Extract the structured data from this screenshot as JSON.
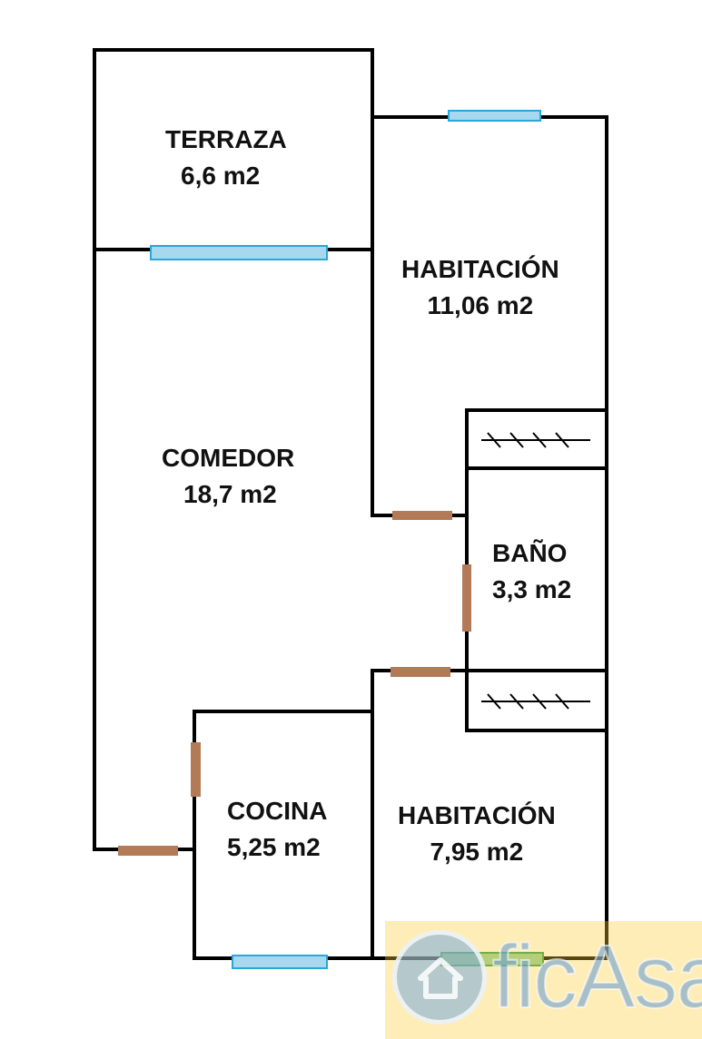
{
  "rooms": {
    "terraza": {
      "name": "TERRAZA",
      "area": "6,6 m2"
    },
    "habitacion_1": {
      "name": "HABITACIÓN",
      "area": "11,06 m2"
    },
    "comedor": {
      "name": "COMEDOR",
      "area": "18,7 m2"
    },
    "bano": {
      "name": "BAÑO",
      "area": "3,3 m2"
    },
    "cocina": {
      "name": "COCINA",
      "area": "5,25 m2"
    },
    "habitacion_2": {
      "name": "HABITACIÓN",
      "area": "7,95 m2"
    }
  },
  "watermark": {
    "text": "ficAsa"
  },
  "colors": {
    "wall": "#000000",
    "window": "#a8d8ee",
    "door": "#b27a57",
    "watermark": "#ffcc33"
  }
}
